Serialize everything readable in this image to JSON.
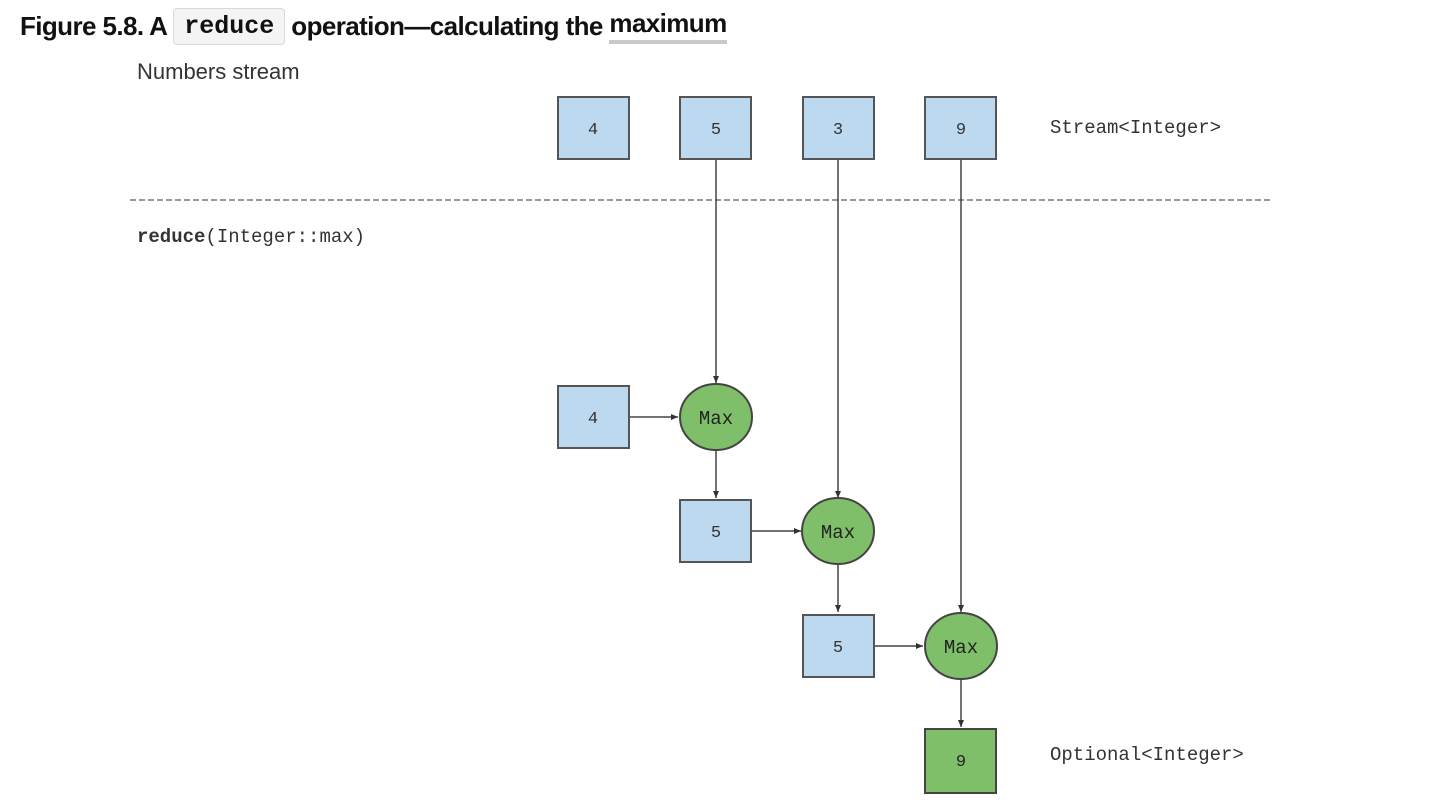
{
  "caption": {
    "prefix": "Figure 5.8. A",
    "code": "reduce",
    "middle": "operation—calculating the",
    "linked": "maximum"
  },
  "diagram": {
    "numbers_stream_label": "Numbers stream",
    "stream_type_label": "Stream<Integer>",
    "reduce_keyword": "reduce",
    "reduce_args": "(Integer::max)",
    "result_type_label": "Optional<Integer>",
    "operation_label": "Max",
    "stream_values": [
      "4",
      "5",
      "3",
      "9"
    ],
    "accumulator_values": [
      "4",
      "5",
      "5"
    ],
    "result_value": "9",
    "colors": {
      "stream_box": "#bcd9f0",
      "operation": "#7fbf6a",
      "result_box": "#7fbf6a",
      "stroke": "#555555"
    }
  }
}
